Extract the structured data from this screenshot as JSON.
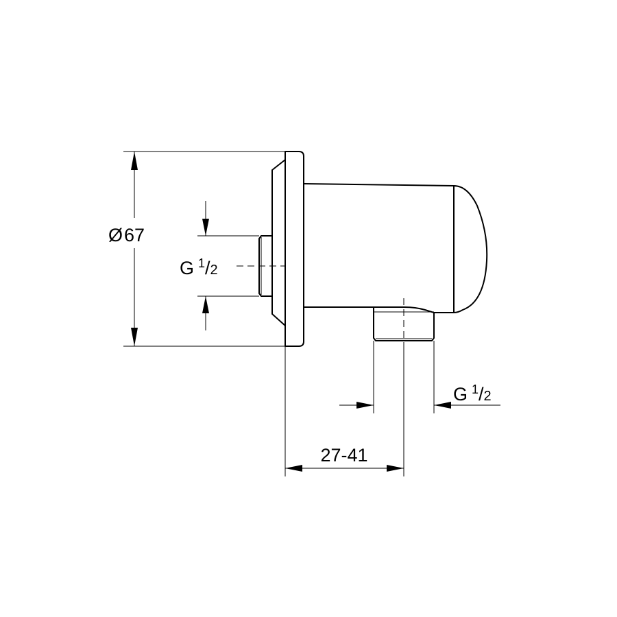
{
  "drawing": {
    "subject": "",
    "dimensions": {
      "diameter": {
        "symbol": "Ø",
        "value": "67"
      },
      "inlet_thread": {
        "letter": "G",
        "num": "1",
        "den": "2"
      },
      "outlet_thread": {
        "letter": "G",
        "num": "1",
        "den": "2"
      },
      "projection": {
        "value": "27-41"
      }
    },
    "line_color": "#000000",
    "background": "#ffffff"
  }
}
